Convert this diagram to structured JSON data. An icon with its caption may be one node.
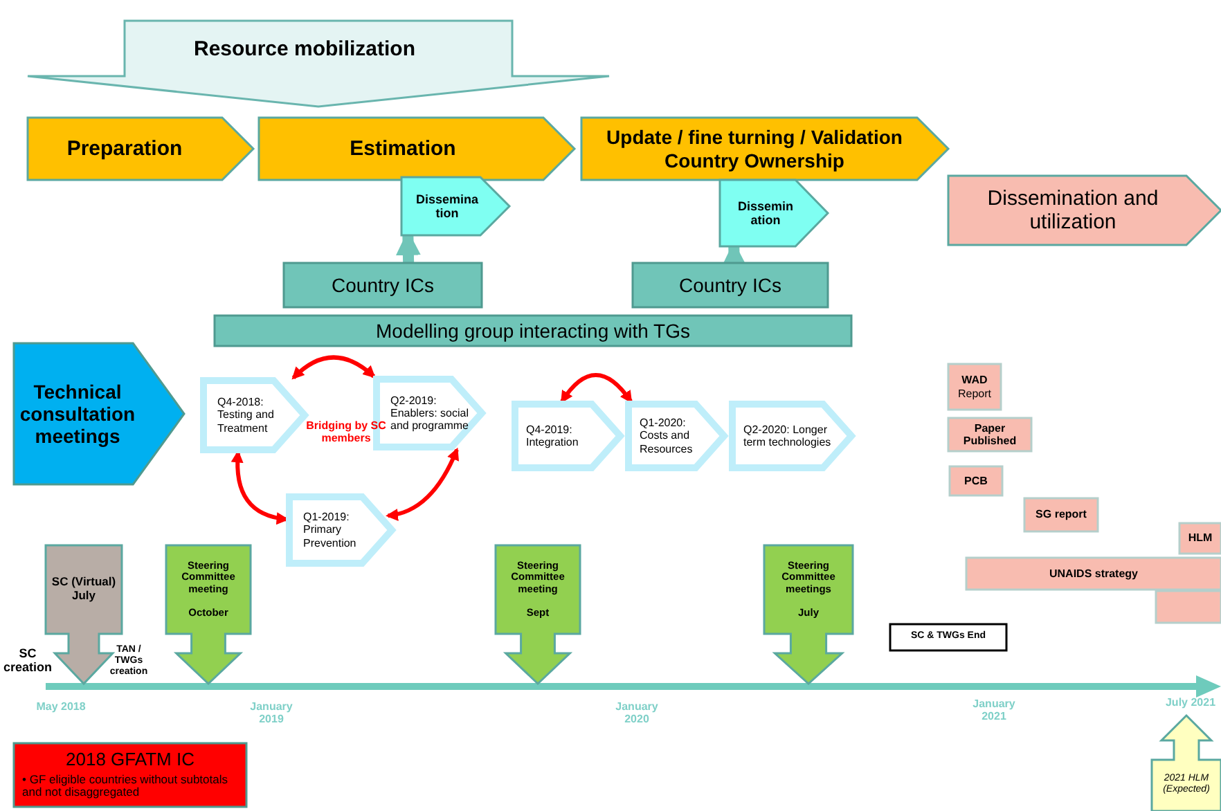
{
  "diagram": {
    "nodes": [
      {
        "text": [
          "Resource mobilization"
        ]
      },
      {
        "text": [
          "Preparation"
        ]
      },
      {
        "text": [
          "Estimation"
        ]
      },
      {
        "text": [
          "Update / fine turning / Validation Country Ownership"
        ]
      },
      {
        "text": [
          "Dissemination and utilization"
        ]
      },
      {
        "text": [
          "Dissemina tion"
        ]
      },
      {
        "text": [
          "Dissemin ation"
        ]
      },
      {
        "text": [
          "Country ICs"
        ]
      },
      {
        "text": [
          "Country ICs"
        ]
      },
      {
        "text": [
          "Modelling group interacting with TGs"
        ]
      },
      {
        "text": [
          "Technical consultation meetings"
        ]
      },
      {
        "text": [
          "Q4-2018: Testing and Treatment"
        ]
      },
      {
        "text": [
          "Q2-2019: Enablers: social and programme"
        ]
      },
      {
        "text": [
          "Q1-2019: Primary Prevention"
        ]
      },
      {
        "text": [
          "Q4-2019: Integration"
        ]
      },
      {
        "text": [
          "Q1-2020: Costs and Resources"
        ]
      },
      {
        "text": [
          "Q2-2020: Longer term technologies"
        ]
      },
      {
        "text": [
          "**WAD** Report"
        ]
      },
      {
        "text": [
          "Paper Published"
        ]
      },
      {
        "text": [
          "PCB"
        ]
      },
      {
        "text": [
          "SG report"
        ]
      },
      {
        "text": [
          "HLM"
        ]
      },
      {
        "text": [
          "UNAIDS strategy"
        ]
      },
      {
        "text": [],
        "shape": "box"
      },
      {
        "text": [
          "SC (Virtual) July"
        ]
      },
      {
        "text": [
          "Steering Committee meeting",
          "October"
        ]
      },
      {
        "text": [
          "Steering Committee meeting",
          "Sept"
        ]
      },
      {
        "text": [
          "Steering Committee meetings",
          "July"
        ]
      },
      {
        "text": [
          "SC & TWGs End"
        ]
      },
      {
        "text": [
          "2021 HLM (Expected)"
        ]
      },
      {
        "text": [
          "2018 GFATM IC",
          "• GF eligible countries without subtotals and not disaggregated"
        ]
      }
    ],
    "edges": [
      {
        "from": 7,
        "to": 5,
        "arrow": "to",
        "style": "thick",
        "color": "#70c5b8"
      },
      {
        "from": 8,
        "to": 6,
        "arrow": "to",
        "style": "thick",
        "color": "#70c5b8"
      },
      {
        "from": 11,
        "to": 12,
        "arrow": "both",
        "color": "#ff0000"
      },
      {
        "from": 11,
        "to": 13,
        "arrow": "both",
        "color": "#ff0000"
      },
      {
        "from": 12,
        "to": 13,
        "arrow": "both",
        "color": "#ff0000"
      },
      {
        "from": 14,
        "to": 15,
        "arrow": "both",
        "color": "#ff0000"
      }
    ],
    "labels": [
      "Bridging by SC members",
      "SC creation",
      "TAN / TWGs creation",
      "May 2018",
      "January 2019",
      "January 2020",
      "January 2021",
      "July 2021"
    ]
  }
}
